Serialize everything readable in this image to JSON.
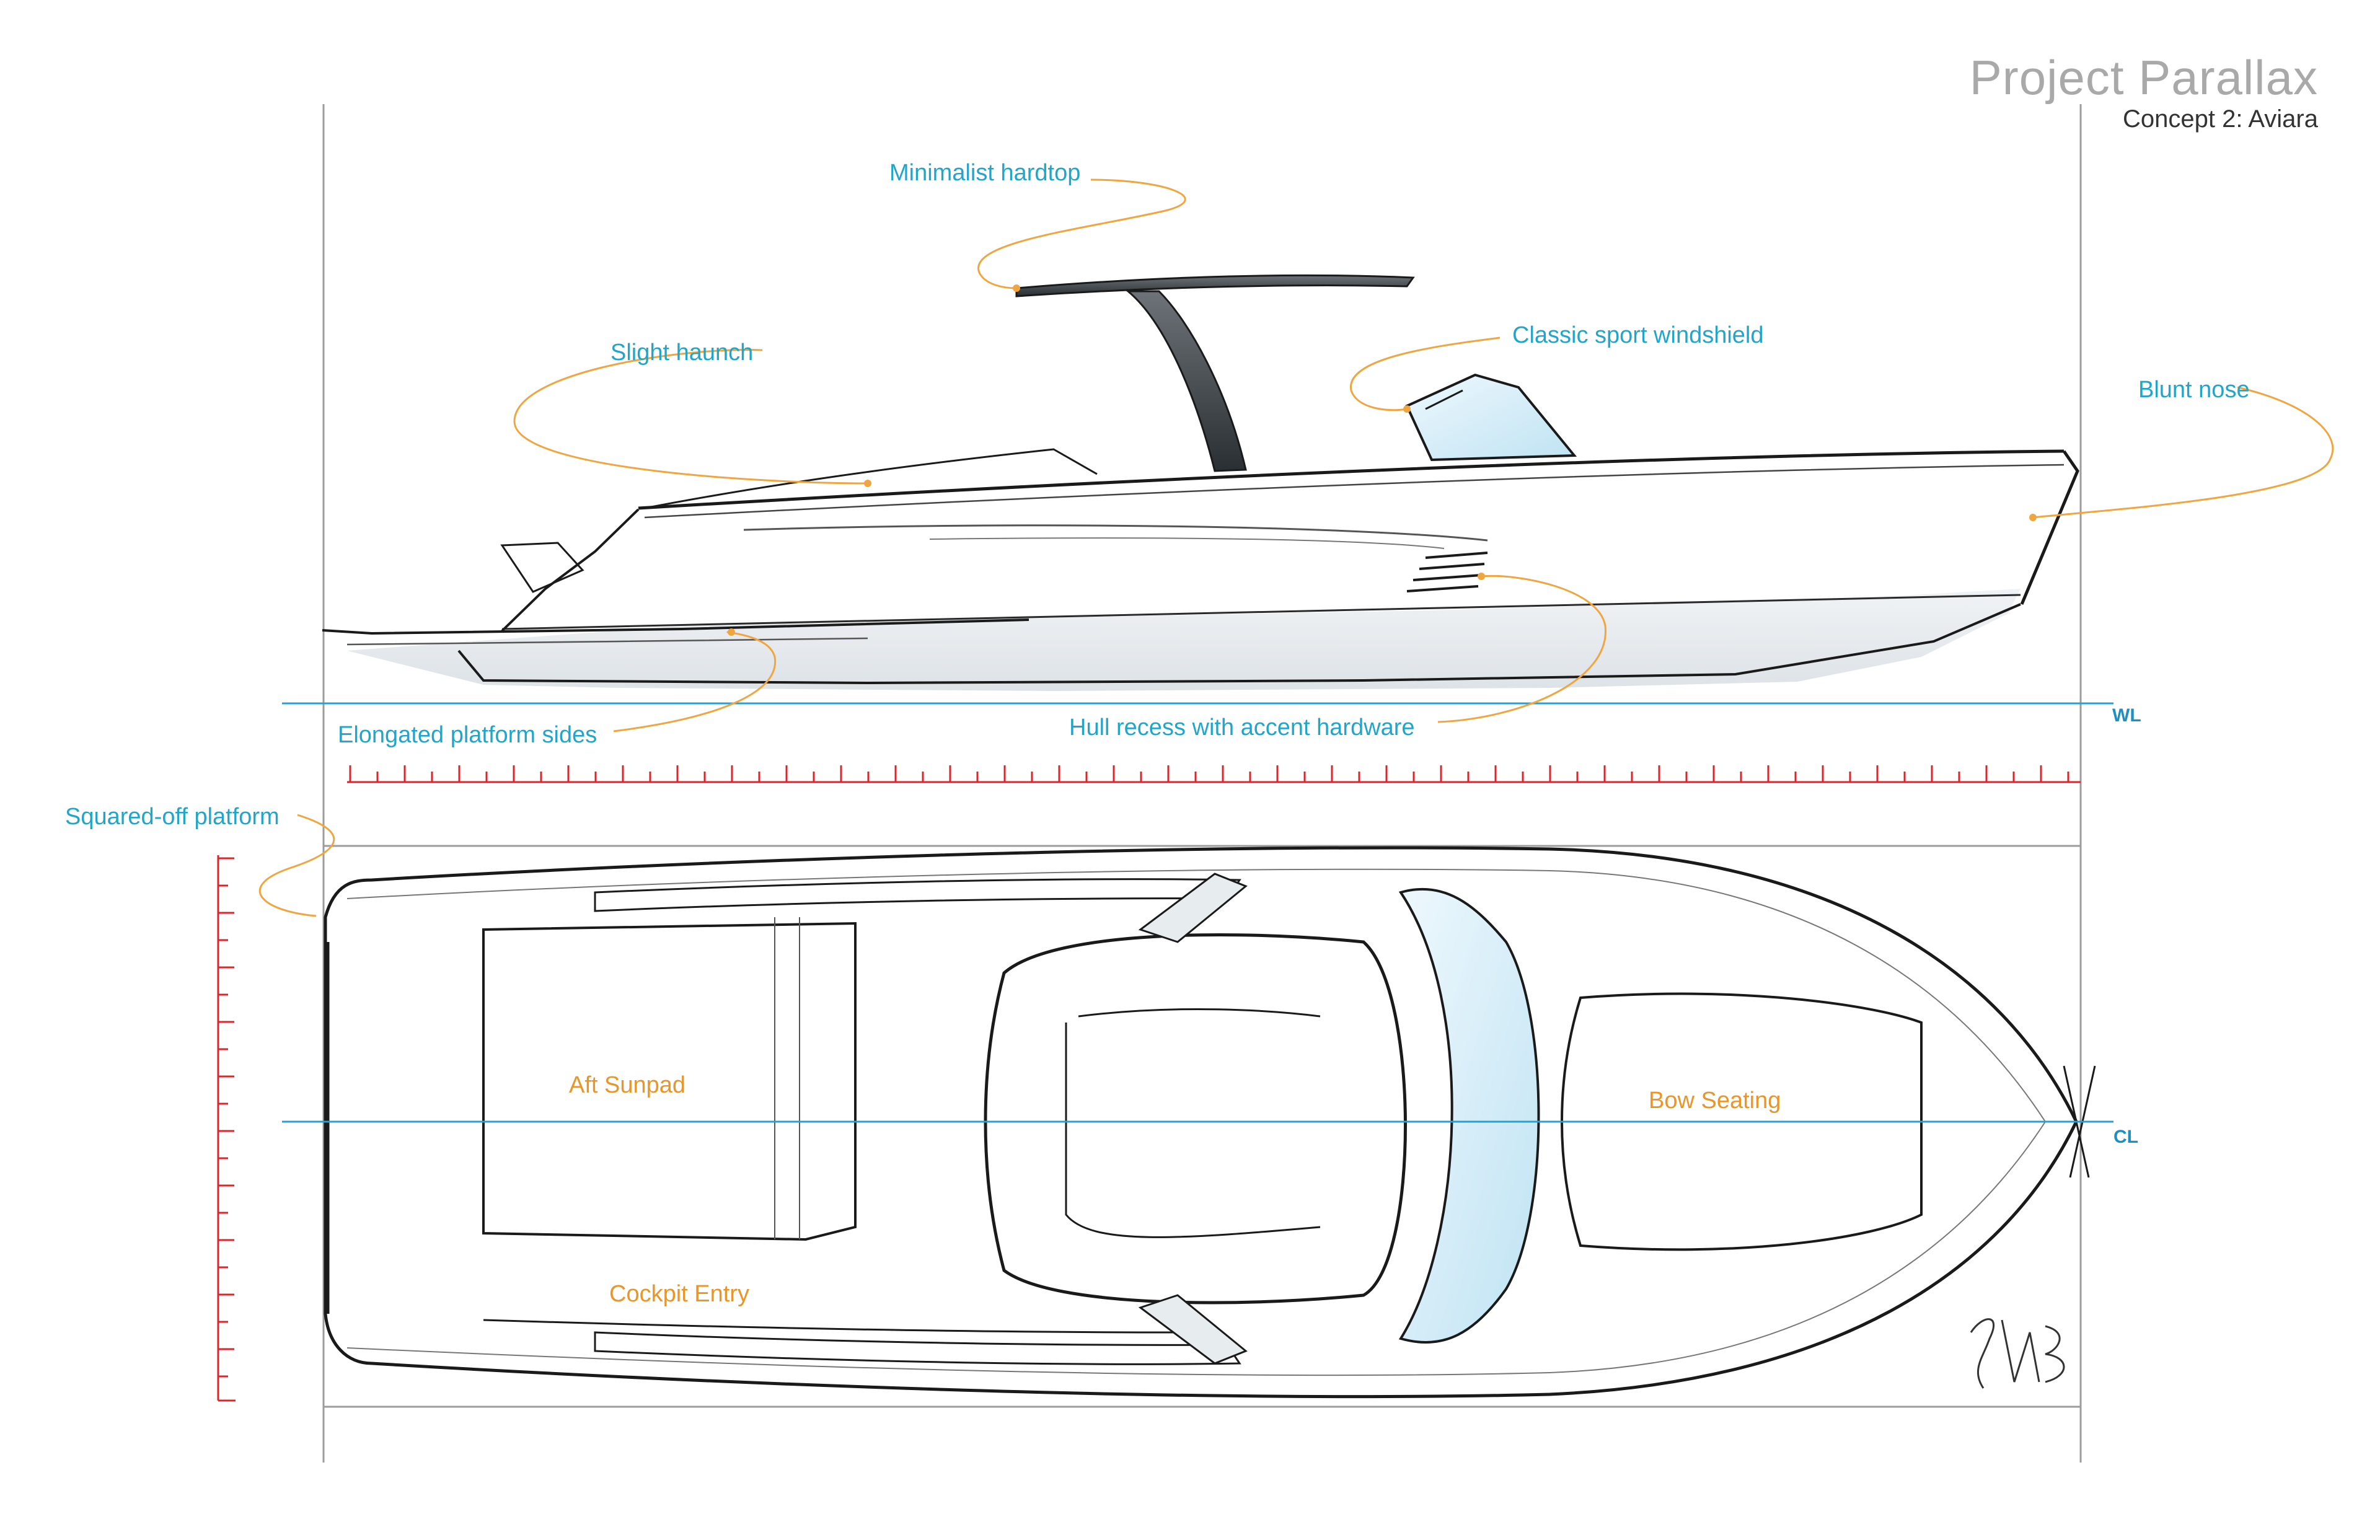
{
  "header": {
    "title": "Project Parallax",
    "subtitle": "Concept 2: Aviara"
  },
  "side_view_callouts": {
    "hardtop": "Minimalist hardtop",
    "haunch": "Slight haunch",
    "windshield": "Classic sport windshield",
    "nose": "Blunt nose",
    "platform_sides": "Elongated platform sides",
    "hull_recess": "Hull recess with accent hardware"
  },
  "plan_view_callouts": {
    "squared_platform": "Squared-off platform",
    "aft_sunpad": "Aft Sunpad",
    "bow_seating": "Bow Seating",
    "cockpit_entry": "Cockpit Entry"
  },
  "reference_lines": {
    "waterline": "WL",
    "centerline": "CL"
  },
  "colors": {
    "callout_text": "#21a6c9",
    "zone_text": "#e8962a",
    "leader_line": "#f0a640",
    "reference_line": "#2a9fd0",
    "scale": "#d9252b",
    "ink": "#1a1a1a"
  },
  "icons": {
    "signature": "artist-signature-icon"
  }
}
